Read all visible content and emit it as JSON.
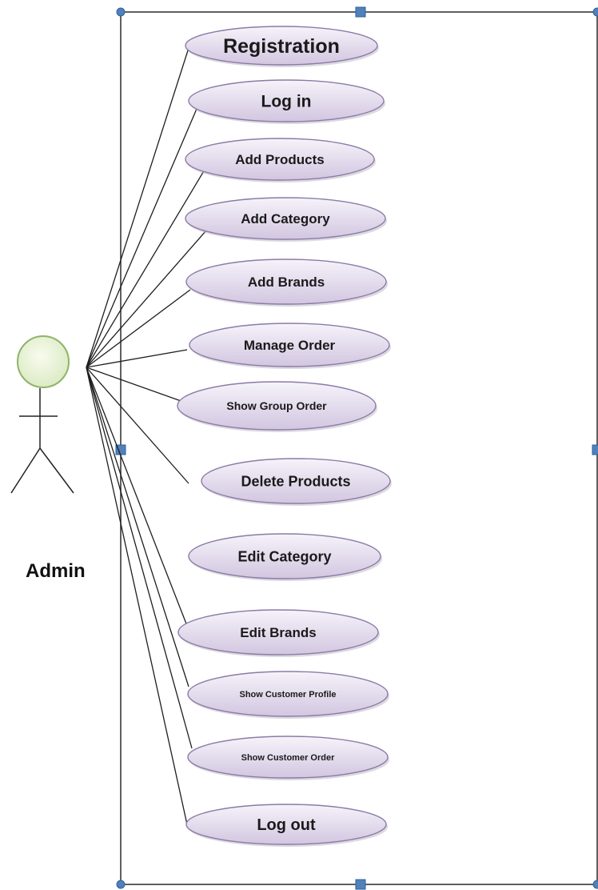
{
  "actor": {
    "label": "Admin"
  },
  "use_cases": [
    {
      "id": "registration",
      "label": "Registration"
    },
    {
      "id": "log-in",
      "label": "Log in"
    },
    {
      "id": "add-products",
      "label": "Add Products"
    },
    {
      "id": "add-category",
      "label": "Add Category"
    },
    {
      "id": "add-brands",
      "label": "Add Brands"
    },
    {
      "id": "manage-order",
      "label": "Manage Order"
    },
    {
      "id": "show-group-order",
      "label": "Show Group Order"
    },
    {
      "id": "delete-products",
      "label": "Delete Products"
    },
    {
      "id": "edit-category",
      "label": "Edit Category"
    },
    {
      "id": "edit-brands",
      "label": "Edit Brands"
    },
    {
      "id": "show-customer-profile",
      "label": "Show Customer Profile"
    },
    {
      "id": "show-customer-order",
      "label": "Show Customer Order"
    },
    {
      "id": "log-out",
      "label": "Log out"
    }
  ],
  "colors": {
    "ellipse_fill_top": "#f6f3fa",
    "ellipse_fill_bottom": "#d2c6e0",
    "ellipse_stroke": "#8b7ba6",
    "actor_head_fill": "#dcebc4",
    "actor_head_stroke": "#8fb36a",
    "handle_fill": "#4f81bd"
  }
}
